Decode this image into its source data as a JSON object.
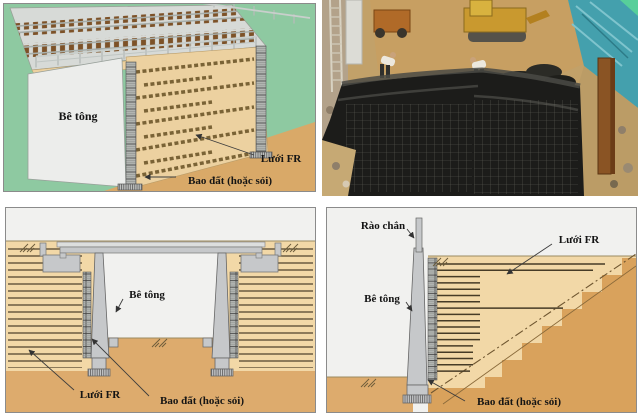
{
  "panels": {
    "top_left": {
      "kind": "3d-illustration-railway-bridge-abutment",
      "labels": {
        "concrete": "Bê tông",
        "geogrid": "Lưới FR",
        "soil_bag": "Bao đất (hoặc sỏi)"
      }
    },
    "top_right": {
      "kind": "construction-photo-geotextile-wrapped-soil-block"
    },
    "bottom_left": {
      "kind": "cross-section-bridge-two-abutments",
      "labels": {
        "concrete": "Bê tông",
        "geogrid": "Lưới FR",
        "soil_bag": "Bao đất (hoặc sỏi)"
      }
    },
    "bottom_right": {
      "kind": "cross-section-retaining-wall",
      "labels": {
        "barrier": "Rào chắn",
        "geogrid": "Lưới FR",
        "concrete": "Bê tông",
        "soil_bag": "Bao đất (hoặc sỏi)"
      }
    }
  },
  "colors": {
    "green_background": "#8ec9a1",
    "sand_light": "#f2d8a7",
    "sand_mid": "#ddab6d",
    "sand_dark": "#d8a25d",
    "concrete_gray": "#c6c8ca",
    "sky_white": "#f1f1ef",
    "reinforcement_line": "#463b26",
    "geotextile_black": "#1d1d1b",
    "tarp_teal": "#44a0ad",
    "machine_yellow": "#c9992f",
    "wood_post": "#8a5424"
  }
}
